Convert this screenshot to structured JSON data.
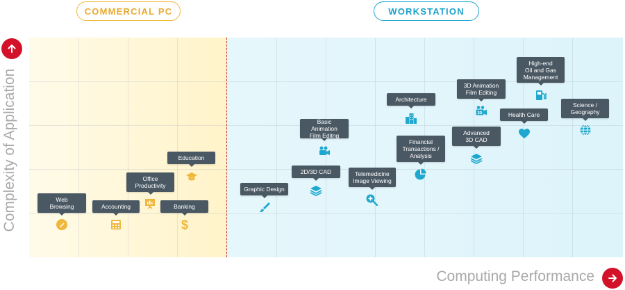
{
  "headers": {
    "commercial_pc": "COMMERCIAL PC",
    "workstation": "WORKSTATION"
  },
  "axes": {
    "y_title": "Complexity of Application",
    "x_title": "Computing Performance"
  },
  "colors": {
    "pc_accent": "#f0b73c",
    "ws_accent": "#1fa8cf",
    "arrow_red": "#d3122a",
    "divider_red": "#c3343e",
    "label_box": "#4a5863"
  },
  "applications": {
    "web_browsing": {
      "label": "Web\nBrowsing",
      "icon": "pen-icon"
    },
    "accounting": {
      "label": "Accounting",
      "icon": "calculator-icon"
    },
    "office_productivity": {
      "label": "Office\nProductivity",
      "icon": "presentation-icon"
    },
    "banking": {
      "label": "Banking",
      "icon": "dollar-icon"
    },
    "education": {
      "label": "Education",
      "icon": "graduation-cap-icon"
    },
    "graphic_design": {
      "label": "Graphic Design",
      "icon": "brush-icon"
    },
    "cad_2d3d": {
      "label": "2D/3D CAD",
      "icon": "layers-icon"
    },
    "basic_animation": {
      "label": "Basic Animation\nFilm Editng",
      "icon": "video-camera-icon"
    },
    "telemedicine": {
      "label": "Telemedicine\nImage Viewing",
      "icon": "magnifier-plus-icon"
    },
    "financial": {
      "label": "Financial\nTransactions /\nAnalysis",
      "icon": "pie-chart-icon"
    },
    "architecture": {
      "label": "Architecture",
      "icon": "buildings-icon"
    },
    "advanced_cad": {
      "label": "Advanced\n3D CAD",
      "icon": "layers-icon"
    },
    "animation_3d": {
      "label": "3D Animation\nFilm Editing",
      "icon": "3d-camera-icon",
      "icon_text": "3D"
    },
    "health_care": {
      "label": "Health Care",
      "icon": "heart-icon"
    },
    "oil_gas": {
      "label": "High-end\nOil and Gas\nManagement",
      "icon": "fuel-pump-icon"
    },
    "science": {
      "label": "Science /\nGeography",
      "icon": "globe-icon"
    }
  }
}
